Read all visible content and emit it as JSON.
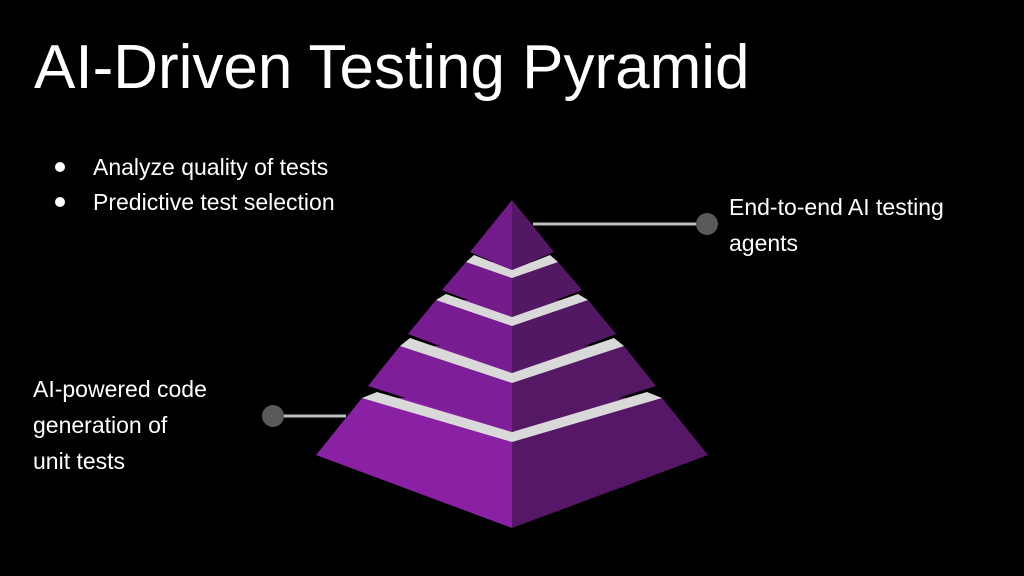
{
  "title": "AI-Driven Testing Pyramid",
  "bullets": [
    "Analyze quality of tests",
    "Predictive test selection"
  ],
  "callouts": {
    "top": {
      "lines": [
        "End-to-end AI testing",
        "agents"
      ]
    },
    "bottom": {
      "lines": [
        "AI-powered code",
        "generation of",
        "unit tests"
      ]
    }
  },
  "colors": {
    "background": "#000000",
    "text": "#ffffff",
    "pyramid_light": "#8a20a4",
    "pyramid_dark": "#561866",
    "divider": "#d9d9d9",
    "connector": "#bfbfbf",
    "connector_dot": "#595959"
  }
}
